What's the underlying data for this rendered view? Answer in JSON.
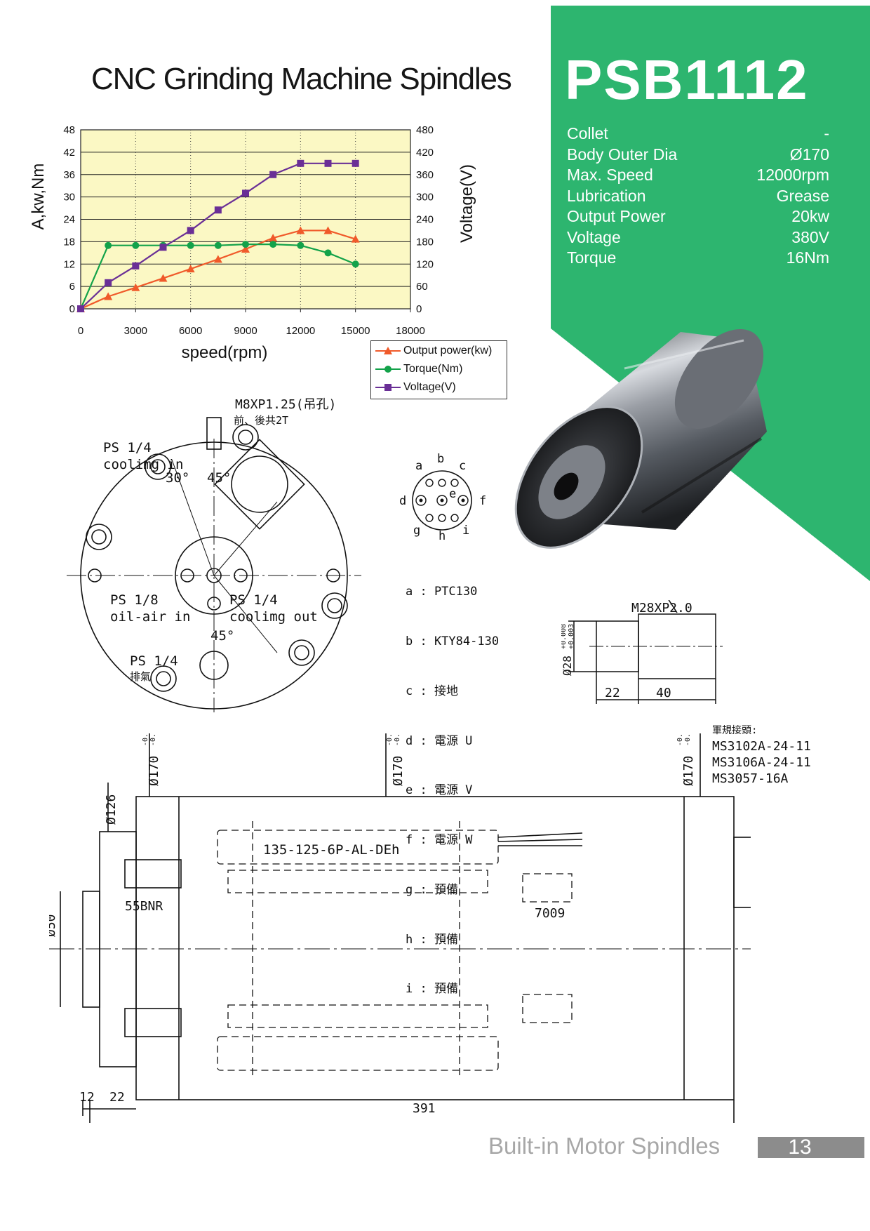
{
  "page": {
    "title": "CNC Grinding Machine Spindles",
    "model": "PSB1112",
    "footer": "Built-in Motor Spindles",
    "page_number": "13",
    "accent_color": "#2db56f"
  },
  "specs": [
    {
      "label": "Collet",
      "value": "-"
    },
    {
      "label": "Body Outer Dia",
      "value": "Ø170"
    },
    {
      "label": "Max. Speed",
      "value": "12000rpm"
    },
    {
      "label": "Lubrication",
      "value": "Grease"
    },
    {
      "label": "Output Power",
      "value": "20kw"
    },
    {
      "label": "Voltage",
      "value": "380V"
    },
    {
      "label": "Torque",
      "value": "16Nm"
    }
  ],
  "chart_data": {
    "type": "line",
    "xlabel": "speed(rpm)",
    "ylabel_left": "A,kw,Nm",
    "ylabel_right": "Voltage(V)",
    "xlim": [
      0,
      18000
    ],
    "ylim_left": [
      0,
      48
    ],
    "ylim_right": [
      0,
      480
    ],
    "x_ticks": [
      "0",
      "3000",
      "6000",
      "9000",
      "12000",
      "15000",
      "18000"
    ],
    "y_ticks_left": [
      "0",
      "6",
      "12",
      "18",
      "24",
      "30",
      "36",
      "42",
      "48"
    ],
    "y_ticks_right": [
      "0",
      "60",
      "120",
      "180",
      "240",
      "300",
      "360",
      "420",
      "480"
    ],
    "grid": true,
    "background": "#fbf8c4",
    "series": [
      {
        "name": "Output power(kw)",
        "axis": "left",
        "color": "#f05a2a",
        "marker": "triangle",
        "x": [
          0,
          1500,
          3000,
          4500,
          6000,
          7500,
          9000,
          10500,
          12000,
          13500,
          15000
        ],
        "y": [
          0,
          3.3,
          5.7,
          8.2,
          10.7,
          13.3,
          16,
          19,
          21,
          21,
          18.7
        ]
      },
      {
        "name": "Torque(Nm)",
        "axis": "left",
        "color": "#13a24a",
        "marker": "circle",
        "x": [
          0,
          1500,
          3000,
          4500,
          6000,
          7500,
          9000,
          10500,
          12000,
          13500,
          15000
        ],
        "y": [
          0,
          17,
          17,
          17,
          17,
          17,
          17.3,
          17.3,
          17,
          15,
          12
        ]
      },
      {
        "name": "Voltage(V)",
        "axis": "right",
        "color": "#6a2f96",
        "marker": "square",
        "x": [
          0,
          1500,
          3000,
          4500,
          6000,
          7500,
          9000,
          10500,
          12000,
          13500,
          15000
        ],
        "y": [
          0,
          70,
          115,
          165,
          210,
          265,
          310,
          360,
          390,
          390,
          390
        ]
      }
    ]
  },
  "drawing": {
    "thread_label": "M8XP1.25(吊孔)",
    "thread_sub": "前、後共2T",
    "angle_30": "30°",
    "angle_45": "45°",
    "angle_45b": "45°",
    "cooling_in_1": "PS 1/4",
    "cooling_in_2": "coolimg in",
    "oil_air_1": "PS 1/8",
    "oil_air_2": "oil-air in",
    "cooling_out_1": "PS 1/4",
    "cooling_out_2": "coolimg out",
    "exhaust_1": "PS 1/4",
    "exhaust_2": "排氣",
    "pin_letters": [
      "a",
      "b",
      "c",
      "d",
      "e",
      "f",
      "g",
      "h",
      "i"
    ],
    "pin_legend": [
      "a : PTC130",
      "b : KTY84-130",
      "c : 接地",
      "d : 電源 U",
      "e : 電源 V",
      "f : 電源 W",
      "g : 預備",
      "h : 預備",
      "i : 預備"
    ],
    "m28_label": "M28XP2.0",
    "d28_label": "Ø28",
    "d28_tol_top": "+0.008",
    "d28_tol_bot": "+0.003",
    "dim_22": "22",
    "dim_40": "40",
    "connector_title": "軍規接頭:",
    "connectors": [
      "MS3102A-24-11",
      "MS3106A-24-11",
      "MS3057-16A"
    ],
    "d170_main": "Ø170",
    "d170_a_tol_top": "-0.10",
    "d170_a_tol_bot": "-0.20",
    "d170_b_tol_top": "-0.015",
    "d170_b_tol_bot": "-0.030",
    "d170_c_tol_top": "-0.10",
    "d170_c_tol_bot": "-0.20",
    "d126": "Ø126",
    "d50": "Ø50",
    "motor_label": "135-125-6P-AL-DEh",
    "bearing_front": "55BNR",
    "bearing_rear": "7009",
    "dim_12": "12",
    "dim_22b": "22",
    "dim_391": "391"
  }
}
